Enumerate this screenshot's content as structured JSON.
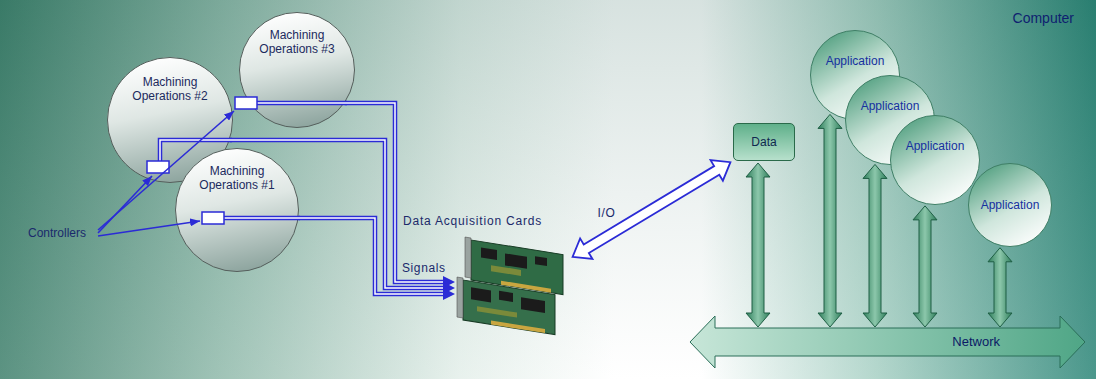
{
  "diagram": {
    "nodes": [
      {
        "text": [
          "Machining Operations #3"
        ]
      },
      {
        "text": [
          "Machining Operations #2"
        ]
      },
      {
        "text": [
          "Machining Operations #1"
        ]
      },
      {
        "text": [
          "Data Acquisition Cards"
        ]
      },
      {
        "text": [
          "Computer"
        ]
      },
      {
        "text": [
          "Data"
        ],
        "in": 4
      },
      {
        "text": [
          "Application"
        ],
        "in": 4
      },
      {
        "text": [
          "Application"
        ],
        "in": 4
      },
      {
        "text": [
          "Application"
        ],
        "in": 4
      },
      {
        "text": [
          "Application"
        ],
        "in": 4
      },
      {
        "text": [
          "Network"
        ],
        "in": 4
      }
    ],
    "edges": [
      {
        "from": 0,
        "to": 3,
        "arrow": "to"
      },
      {
        "from": 1,
        "to": 3,
        "arrow": "to"
      },
      {
        "from": 2,
        "to": 3,
        "label": "Signals",
        "arrow": "to"
      },
      {
        "from": 3,
        "to": 5,
        "label": "I/O",
        "arrow": "both"
      },
      {
        "from": 5,
        "to": 10,
        "arrow": "both"
      },
      {
        "from": 6,
        "to": 10,
        "arrow": "both"
      },
      {
        "from": 7,
        "to": 10,
        "arrow": "both"
      },
      {
        "from": 8,
        "to": 10,
        "arrow": "both"
      },
      {
        "from": 9,
        "to": 10,
        "arrow": "both"
      }
    ],
    "labels": [
      "Controllers"
    ]
  }
}
